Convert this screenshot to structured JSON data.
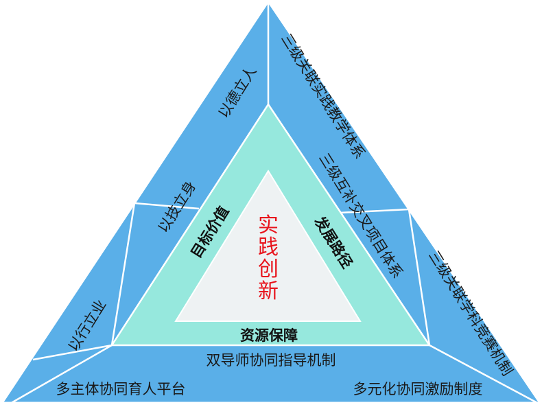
{
  "colors": {
    "outer_blue": "#5aafe8",
    "middle_teal": "#96e8dd",
    "core_gray": "#eef2f3",
    "divider": "#ffffff",
    "core_text": "#e8141c",
    "label_text": "#1a1a1a"
  },
  "core": {
    "label": "实践创新"
  },
  "middle": {
    "left": "目标价值",
    "right": "发展路径",
    "bottom": "资源保障"
  },
  "outer": {
    "left_top": "以德立人",
    "left_mid": "以技立身",
    "left_bottom": "以行立业",
    "right_top": "三级关联实践教学体系",
    "right_mid": "三级互补交叉项目体系",
    "right_bottom": "三级关联学科竞赛机制",
    "bottom_top": "双导师协同指导机制",
    "bottom_left": "多主体协同育人平台",
    "bottom_right": "多元化协同激励制度"
  }
}
